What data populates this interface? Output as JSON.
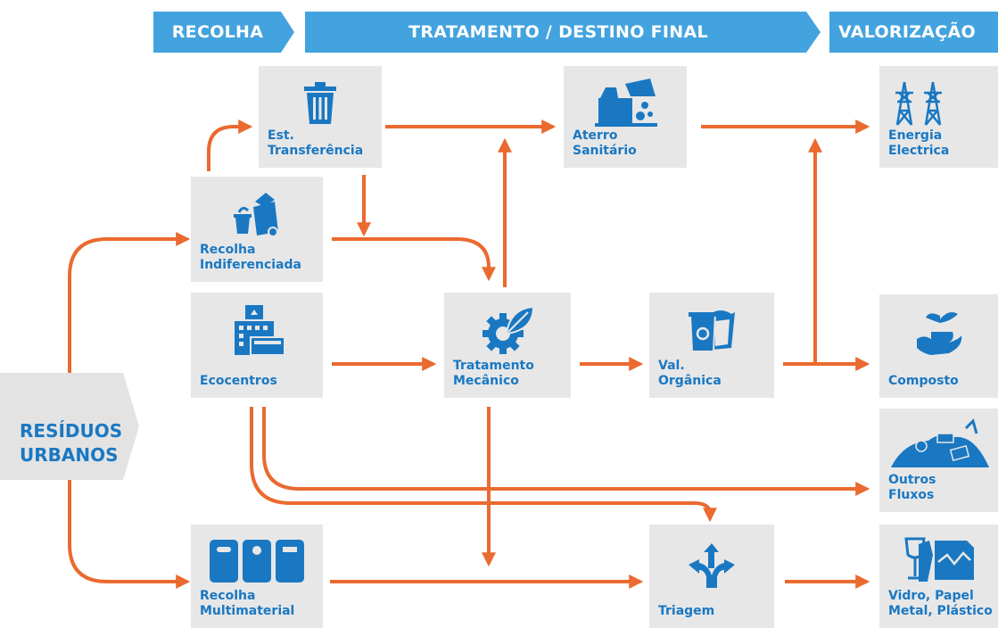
{
  "headers": {
    "recolha": "RECOLHA",
    "tratamento": "TRATAMENTO / DESTINO FINAL",
    "valorizacao": "VALORIZAÇÃO"
  },
  "source": {
    "line1": "RESÍDUOS",
    "line2": "URBANOS"
  },
  "nodes": {
    "est_transferencia": {
      "label": "Est.\nTransferência",
      "icon": "trash-bin-icon"
    },
    "aterro_sanitario": {
      "label": "Aterro\nSanitário",
      "icon": "landfill-truck-icon"
    },
    "energia_electrica": {
      "label": "Energia\nElectrica",
      "icon": "power-pylon-icon"
    },
    "recolha_indiferenciada": {
      "label": "Recolha\nIndiferenciada",
      "icon": "waste-bins-icon"
    },
    "ecocentros": {
      "label": "Ecocentros",
      "icon": "recycling-building-icon"
    },
    "tratamento_mecanico": {
      "label": "Tratamento\nMecânico",
      "icon": "gear-leaf-icon"
    },
    "val_organica": {
      "label": "Val.\nOrgânica",
      "icon": "organic-bin-icon"
    },
    "composto": {
      "label": "Composto",
      "icon": "hand-sprout-icon"
    },
    "outros_fluxos": {
      "label": "Outros\nFluxos",
      "icon": "waste-pile-icon"
    },
    "recolha_multimaterial": {
      "label": "Recolha\nMultimaterial",
      "icon": "recycling-containers-icon"
    },
    "triagem": {
      "label": "Triagem",
      "icon": "split-arrows-icon"
    },
    "vidro_papel": {
      "label": "Vidro, Papel\nMetal, Plástico",
      "icon": "glass-paper-icon"
    }
  },
  "colors": {
    "blue": "#1a78c2",
    "header_blue": "#43a3de",
    "arrow_orange": "#ea6a2f",
    "box_grey": "#e7e7e8",
    "source_grey": "#e3e3e4"
  }
}
